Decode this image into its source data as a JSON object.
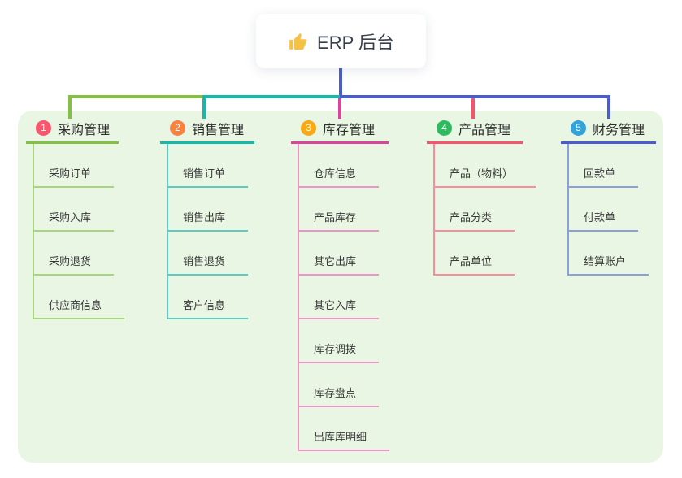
{
  "root": {
    "label": "ERP 后台",
    "icon": "thumbs-up-icon",
    "icon_color": "#f6c244"
  },
  "theme": {
    "page_bg": "#ffffff",
    "panel_bg": "#e9f6e3",
    "stem_color": "#4a5cd0",
    "text_color": "#333333"
  },
  "branches": [
    {
      "number": "1",
      "label": "采购管理",
      "badge_color": "#f8566c",
      "line_color": "#84c045",
      "child_line_color": "#a9d480",
      "children": [
        "采购订单",
        "采购入库",
        "采购退货",
        "供应商信息"
      ]
    },
    {
      "number": "2",
      "label": "销售管理",
      "badge_color": "#f8823e",
      "line_color": "#17b8ab",
      "child_line_color": "#5ecac1",
      "children": [
        "销售订单",
        "销售出库",
        "销售退货",
        "客户信息"
      ]
    },
    {
      "number": "3",
      "label": "库存管理",
      "badge_color": "#f7a918",
      "line_color": "#d9459c",
      "child_line_color": "#ef94c7",
      "children": [
        "仓库信息",
        "产品库存",
        "其它出库",
        "其它入库",
        "库存调拨",
        "库存盘点",
        "出库库明细"
      ]
    },
    {
      "number": "4",
      "label": "产品管理",
      "badge_color": "#2eba5e",
      "line_color": "#f4556a",
      "child_line_color": "#f78f9b",
      "children": [
        "产品（物料）",
        "产品分类",
        "产品单位"
      ]
    },
    {
      "number": "5",
      "label": "财务管理",
      "badge_color": "#31a3dd",
      "line_color": "#4a5cd0",
      "child_line_color": "#8b9fd9",
      "children": [
        "回款单",
        "付款单",
        "结算账户"
      ]
    }
  ]
}
